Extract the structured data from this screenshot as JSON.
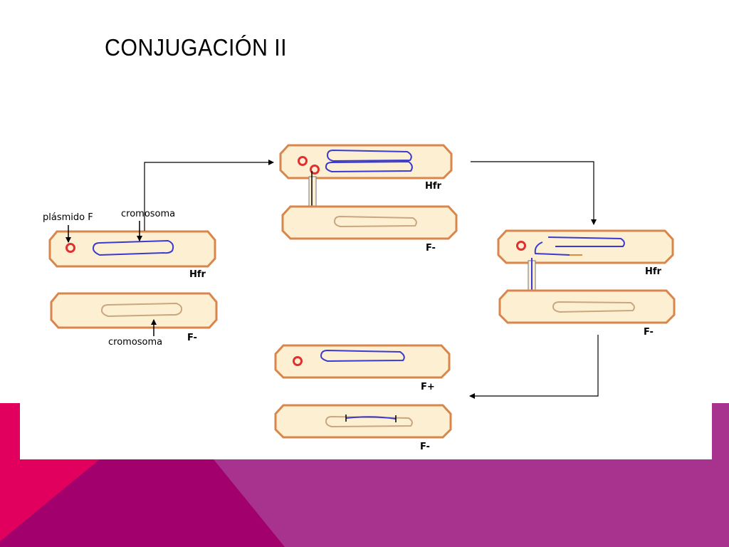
{
  "slide": {
    "title": "CONJUGACIÓN II"
  },
  "colors": {
    "cell_border": "#d8864c",
    "cell_fill": "#fdf0d2",
    "chromosome_hfr": "#3a3ad0",
    "chromosome_recipient": "#c9a680",
    "plasmid": "#e03030",
    "pink": "#e1005e",
    "magenta": "#a2006c",
    "purple": "#a8338f"
  },
  "diagram": {
    "annotations": {
      "plasmid": "plásmido F",
      "chromosome_top": "cromosoma",
      "chromosome_bottom": "cromosoma"
    },
    "stage1": {
      "donor": "Hfr",
      "recipient": "F-"
    },
    "stage2": {
      "donor": "Hfr",
      "recipient": "F-"
    },
    "stage3": {
      "donor": "Hfr",
      "recipient": "F-"
    },
    "stage4": {
      "donor": "F+",
      "recipient": "F-"
    }
  }
}
